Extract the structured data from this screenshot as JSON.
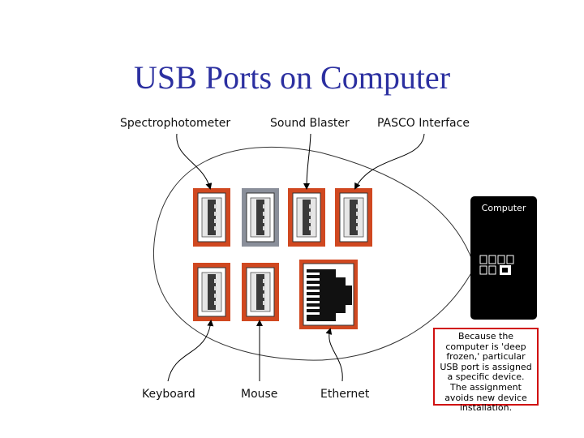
{
  "title": "USB Ports on Computer",
  "labels": {
    "spectrophotometer": "Spectrophotometer",
    "sound_blaster": "Sound Blaster",
    "pasco": "PASCO Interface",
    "keyboard": "Keyboard",
    "mouse": "Mouse",
    "ethernet": "Ethernet"
  },
  "computer_label": "Computer",
  "note": "Because the computer is 'deep frozen,' particular USB port is assigned a specific device. The assignment avoids new device installation.",
  "colors": {
    "title": "#2b2fa0",
    "port_highlight": "#d04820",
    "port_plain": "#8a8f9a",
    "note_border": "#d01010"
  },
  "icons": [
    "usb-port-icon",
    "ethernet-port-icon",
    "computer-icon"
  ]
}
